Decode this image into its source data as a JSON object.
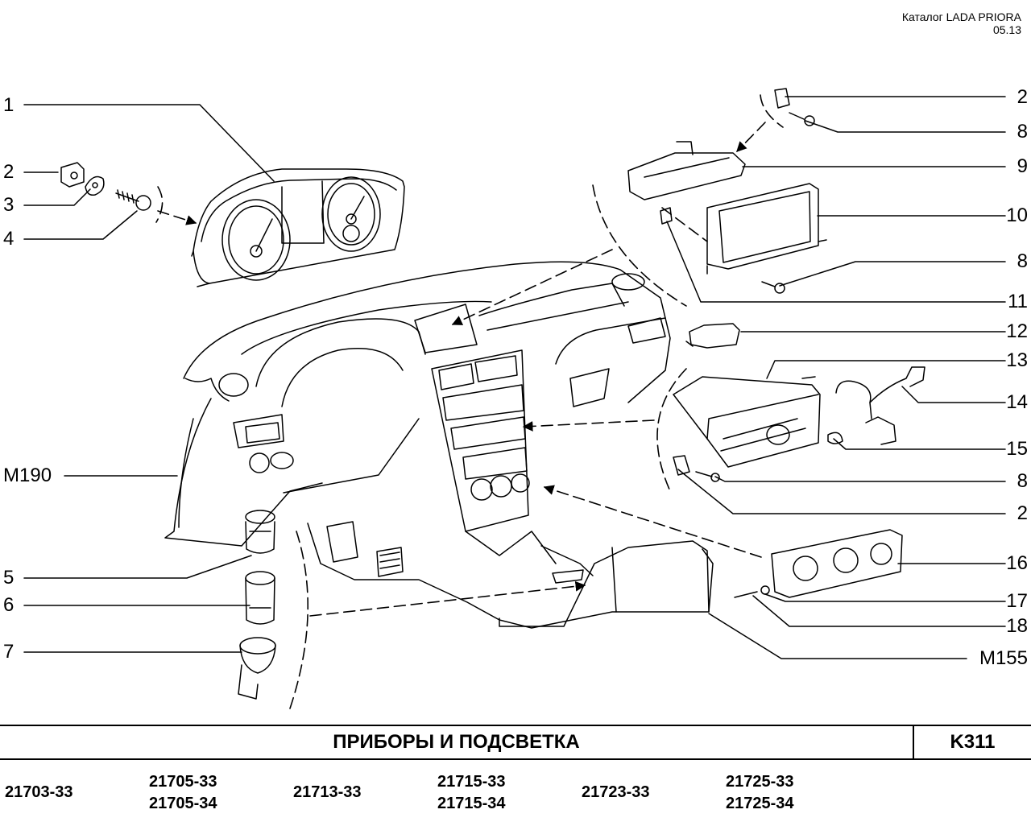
{
  "header": {
    "catalog": "Каталог  LADA  PRIORA",
    "date": "05.13"
  },
  "callouts": {
    "left": [
      "1",
      "2",
      "3",
      "4",
      "M190",
      "5",
      "6",
      "7"
    ],
    "right": [
      "2",
      "8",
      "9",
      "10",
      "8",
      "11",
      "12",
      "13",
      "14",
      "15",
      "8",
      "2",
      "16",
      "17",
      "18",
      "M155"
    ]
  },
  "footer": {
    "title": "ПРИБОРЫ  И  ПОДСВЕТКА",
    "code": "K311",
    "models": [
      "21703-33",
      "21705-33",
      "21705-34",
      "21713-33",
      "21715-33",
      "21715-34",
      "21723-33",
      "21725-33",
      "21725-34"
    ]
  }
}
